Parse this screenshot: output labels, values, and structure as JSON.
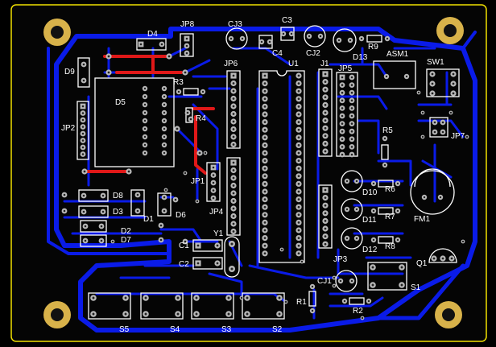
{
  "colors": {
    "background": "#000000",
    "board": "#0a0a0a",
    "outline": "#f0e000",
    "copper_bottom": "#0a1be8",
    "copper_top": "#e01818",
    "silkscreen": "#ffffff",
    "pad": "#b8b8b8",
    "hole_ring": "#d8b24a"
  },
  "labels": {
    "jp8": "JP8",
    "cj3": "CJ3",
    "c3": "C3",
    "d4": "D4",
    "d9": "D9",
    "jp6": "JP6",
    "c4": "C4",
    "u1": "U1",
    "cj2": "CJ2",
    "j1": "J1",
    "d13": "D13",
    "r9": "R9",
    "asm1": "ASM1",
    "sw1": "SW1",
    "jp5": "JP5",
    "r3": "R3",
    "d5": "D5",
    "r4": "R4",
    "jp2": "JP2",
    "r5": "R5",
    "jp7": "JP7",
    "jp1": "JP1",
    "d8": "D8",
    "d3": "D3",
    "d1": "D1",
    "d6": "D6",
    "d2": "D2",
    "d7": "D7",
    "jp4": "JP4",
    "y1": "Y1",
    "c1": "C1",
    "c2": "C2",
    "d10": "D10",
    "r6": "R6",
    "d11": "D11",
    "r7": "R7",
    "fm1": "FM1",
    "d12": "D12",
    "r8": "R8",
    "q1": "Q1",
    "jp3": "JP3",
    "cj1": "CJ1",
    "r1": "R1",
    "r2": "R2",
    "s1": "S1",
    "s5": "S5",
    "s4": "S4",
    "s3": "S3",
    "s2": "S2"
  }
}
